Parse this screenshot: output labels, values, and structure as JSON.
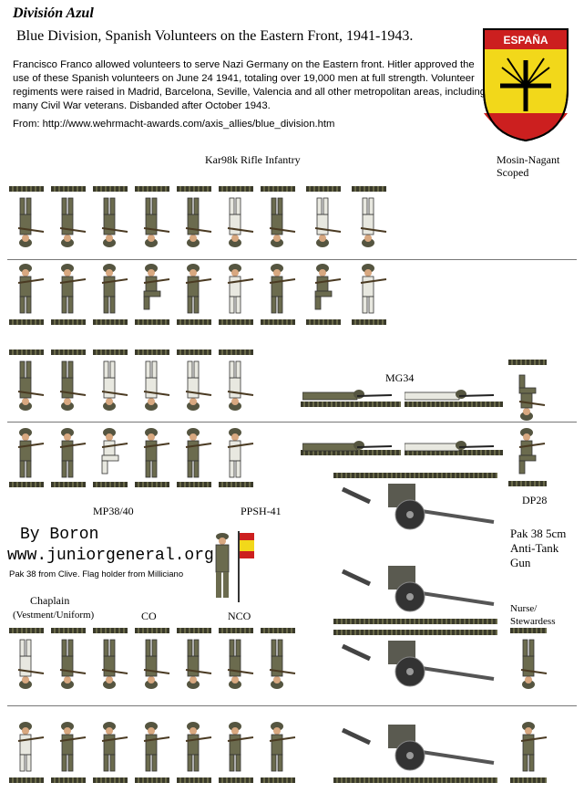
{
  "header": {
    "title_es": "División Azul",
    "title_en": "Blue Division, Spanish Volunteers on the Eastern Front, 1941-1943.",
    "intro": "Francisco Franco allowed volunteers to serve Nazi Germany on the Eastern front. Hitler approved the use of these Spanish volunteers on June 24 1941, totaling over 19,000 men at full strength. Volunteer regiments were raised in Madrid, Barcelona, Seville, Valencia and all other metropolitan areas, including many Civil War veterans. Disbanded after October 1943.",
    "source": "From: http://www.wehrmacht-awards.com/axis_allies/blue_division.htm"
  },
  "shield": {
    "label": "ESPAÑA",
    "top": "#cc1f1f",
    "middle": "#f2d81a",
    "bottom": "#cc1f1f"
  },
  "labels": {
    "kar98k": "Kar98k Rifle Infantry",
    "mosin": "Mosin-Nagant",
    "mosin_sub": "Scoped",
    "mg34": "MG34",
    "mp38": "MP38/40",
    "ppsh": "PPSH-41",
    "dp28": "DP28",
    "pak1": "Pak 38 5cm",
    "pak2": "Anti-Tank",
    "pak3": "Gun",
    "chaplain": "Chaplain",
    "chaplain_sub": "(Vestment/Uniform)",
    "co": "CO",
    "nco": "NCO",
    "nurse1": "Nurse/",
    "nurse2": "Stewardess"
  },
  "credits": {
    "by": "By Boron",
    "site": "www.juniorgeneral.org",
    "note": "Pak 38 from Clive. Flag holder from Milliciano"
  },
  "colors": {
    "field": "#6b6b4e",
    "winter": "#e8e8e0",
    "helmet": "#555540",
    "flesh": "#d8a880"
  }
}
